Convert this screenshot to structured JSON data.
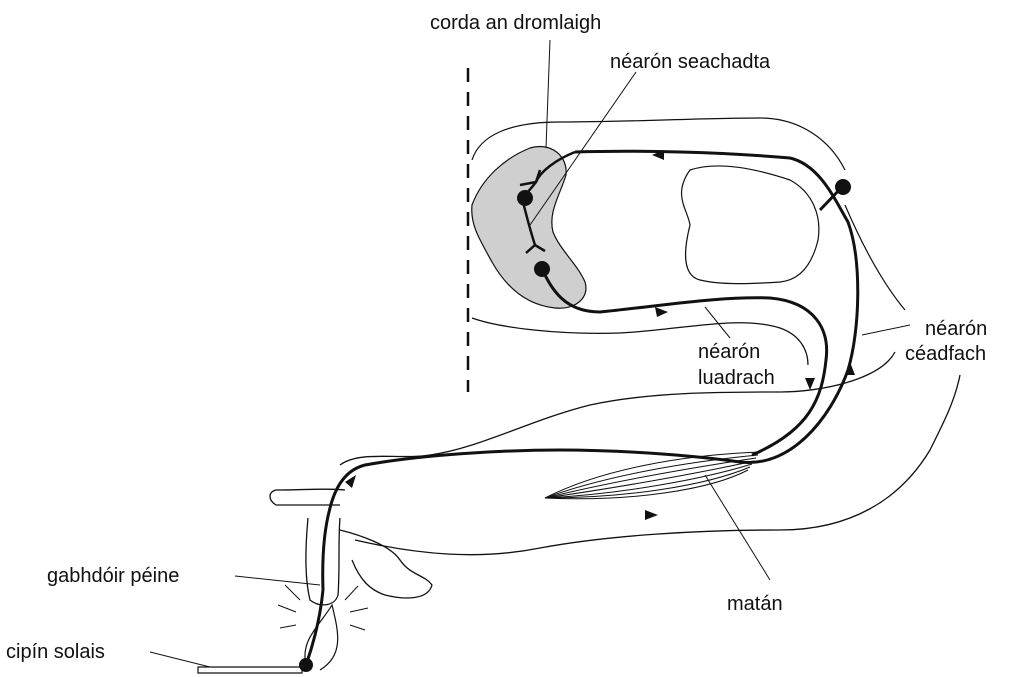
{
  "labels": {
    "spinal_cord": "corda an dromlaigh",
    "relay_neuron": "néarón seachadta",
    "sensory_neuron_line1": "néarón",
    "sensory_neuron_line2": "céadfach",
    "motor_neuron_line1": "néarón",
    "motor_neuron_line2": "luadrach",
    "muscle": "matán",
    "pain_receptor": "gabhdóir péine",
    "match": "cipín solais"
  },
  "colors": {
    "line": "#111111",
    "spinal_cord_fill": "#cfcfcf",
    "background": "#ffffff"
  }
}
